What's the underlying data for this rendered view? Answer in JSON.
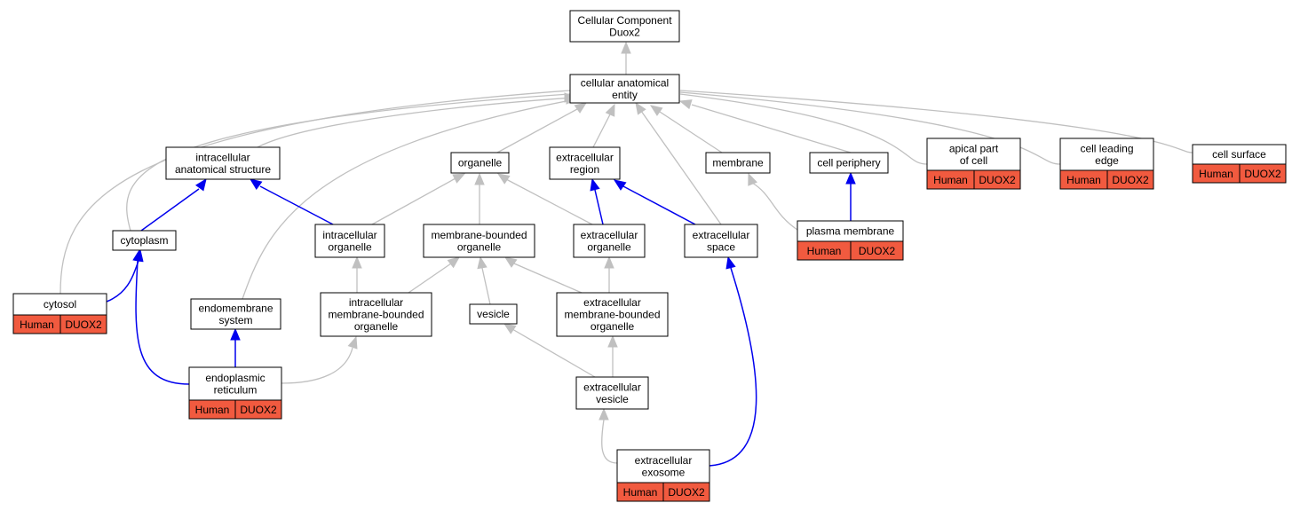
{
  "nodes": {
    "root": {
      "lines": [
        "Cellular Component",
        "Duox2"
      ]
    },
    "cae": {
      "lines": [
        "cellular anatomical",
        "entity"
      ]
    },
    "ias": {
      "lines": [
        "intracellular",
        "anatomical structure"
      ]
    },
    "organelle": {
      "lines": [
        "organelle"
      ]
    },
    "exreg": {
      "lines": [
        "extracellular",
        "region"
      ]
    },
    "membrane": {
      "lines": [
        "membrane"
      ]
    },
    "cellper": {
      "lines": [
        "cell periphery"
      ]
    },
    "apical": {
      "lines": [
        "apical part",
        "of cell"
      ],
      "annotation": [
        "Human",
        "DUOX2"
      ]
    },
    "leading": {
      "lines": [
        "cell leading",
        "edge"
      ],
      "annotation": [
        "Human",
        "DUOX2"
      ]
    },
    "surface": {
      "lines": [
        "cell surface"
      ],
      "annotation": [
        "Human",
        "DUOX2"
      ]
    },
    "cytoplasm": {
      "lines": [
        "cytoplasm"
      ]
    },
    "intorg": {
      "lines": [
        "intracellular",
        "organelle"
      ]
    },
    "mbo": {
      "lines": [
        "membrane-bounded",
        "organelle"
      ]
    },
    "exorg": {
      "lines": [
        "extracellular",
        "organelle"
      ]
    },
    "exspace": {
      "lines": [
        "extracellular",
        "space"
      ]
    },
    "plasma": {
      "lines": [
        "plasma membrane"
      ],
      "annotation": [
        "Human",
        "DUOX2"
      ]
    },
    "cytosol": {
      "lines": [
        "cytosol"
      ],
      "annotation": [
        "Human",
        "DUOX2"
      ]
    },
    "endomem": {
      "lines": [
        "endomembrane",
        "system"
      ]
    },
    "imbo": {
      "lines": [
        "intracellular",
        "membrane-bounded",
        "organelle"
      ]
    },
    "vesicle": {
      "lines": [
        "vesicle"
      ]
    },
    "embo": {
      "lines": [
        "extracellular",
        "membrane-bounded",
        "organelle"
      ]
    },
    "er": {
      "lines": [
        "endoplasmic",
        "reticulum"
      ],
      "annotation": [
        "Human",
        "DUOX2"
      ]
    },
    "exves": {
      "lines": [
        "extracellular",
        "vesicle"
      ]
    },
    "exosome": {
      "lines": [
        "extracellular",
        "exosome"
      ],
      "annotation": [
        "Human",
        "DUOX2"
      ]
    }
  },
  "colors": {
    "annotation_fill": "#f15a3f",
    "edge_is_a": "#c0c0c0",
    "edge_part_of": "#0000ee"
  }
}
